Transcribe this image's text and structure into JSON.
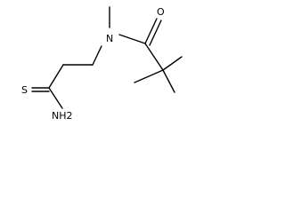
{
  "molecule": {
    "atoms": {
      "nitrogen": "N",
      "oxygen": "O",
      "sulfur": "S",
      "amine": "NH2"
    },
    "colors": {
      "bond": "#000000",
      "label": "#000000",
      "background": "#ffffff"
    }
  }
}
